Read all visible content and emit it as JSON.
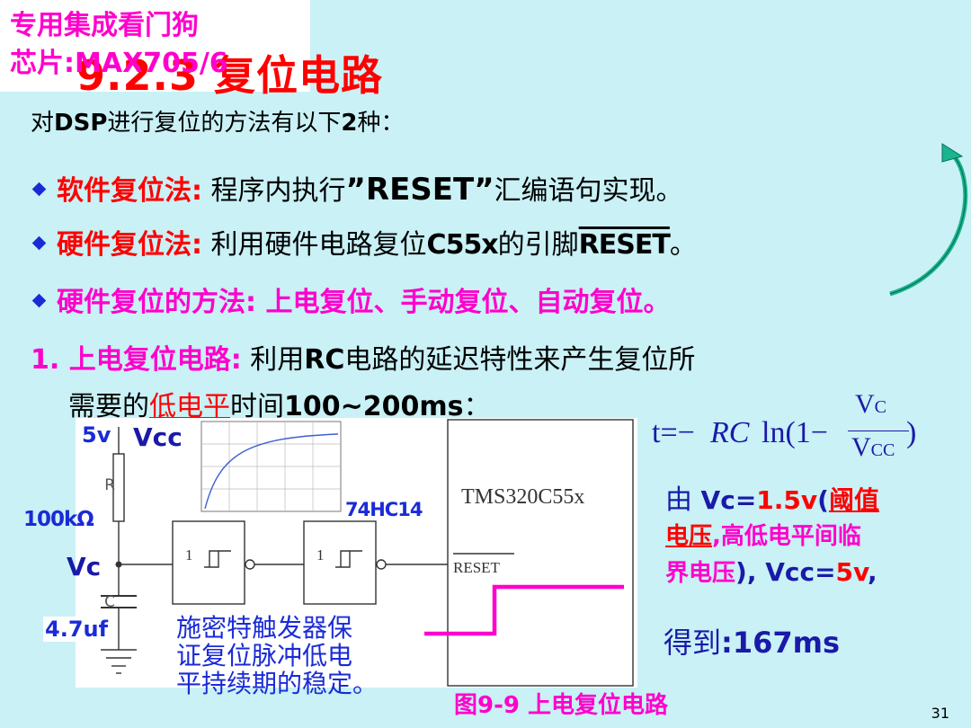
{
  "title": "9.2.3 复位电路",
  "intro": {
    "pre": "对",
    "dsp": "DSP",
    "mid": "进行复位的方法有以下",
    "num": "2",
    "post": "种："
  },
  "callout": {
    "line1": "专用集成看门狗",
    "line2": "芯片:MAX705/6"
  },
  "bullets": [
    {
      "head": "软件复位法:",
      "pre": " 程序内执行",
      "code": "”RESET”",
      "post": "汇编语句实现。"
    },
    {
      "head": "硬件复位法:",
      "pre": " 利用硬件电路复位",
      "chip": "C55x",
      "mid": "的引脚",
      "pin": "RESET",
      "post": "。"
    },
    {
      "head": "硬件复位的方法: 上电复位、手动复位、自动复位。"
    }
  ],
  "section1": {
    "num": "1.",
    "head": " 上电复位电路:",
    "body1": " 利用",
    "rc": "RC",
    "body2": "电路的延迟特性来产生复位所",
    "line2_pre": "需要的",
    "line2_ul": "低电平",
    "line2_mid": "时间",
    "line2_time": "100~200ms",
    "line2_post": "："
  },
  "circuit": {
    "supply": "5v",
    "vcc": "Vcc",
    "r_symbol": "R",
    "r_value": "100kΩ",
    "vc": "Vc",
    "c_symbol": "C",
    "c_value": "4.7uf",
    "ic": "74HC14",
    "gate_label": "1",
    "chip": "TMS320C55x",
    "pin": "RESET"
  },
  "note": [
    "施密特触发器保",
    "证复位脉冲低电",
    "平持续期的稳定。"
  ],
  "caption": "图9-9 上电复位电路",
  "formula": {
    "lhs": "t=−",
    "rc": "RC",
    "ln": "ln(1−",
    "num": "V",
    "num_sub": "C",
    "den": "V",
    "den_sub": "CC",
    "close": ")"
  },
  "condition": {
    "pre": "由 ",
    "vc": "Vc=",
    "vc_val": "1.5v",
    "paren_open": "(",
    "threshold": "阈值",
    "threshold2": "电压",
    "mid": ",高低电平间临",
    "critical": "界电压",
    "close": "), ",
    "vcc": "Vcc=",
    "vcc_val": "5v",
    "comma": ","
  },
  "result": {
    "pre": "得到",
    "val": ":167ms"
  },
  "page_number": "31",
  "colors": {
    "background": "#c9f1f6",
    "title": "#ff0000",
    "magenta": "#ff00cc",
    "blue": "#1a2bd6",
    "arrow": "#19b58f"
  }
}
